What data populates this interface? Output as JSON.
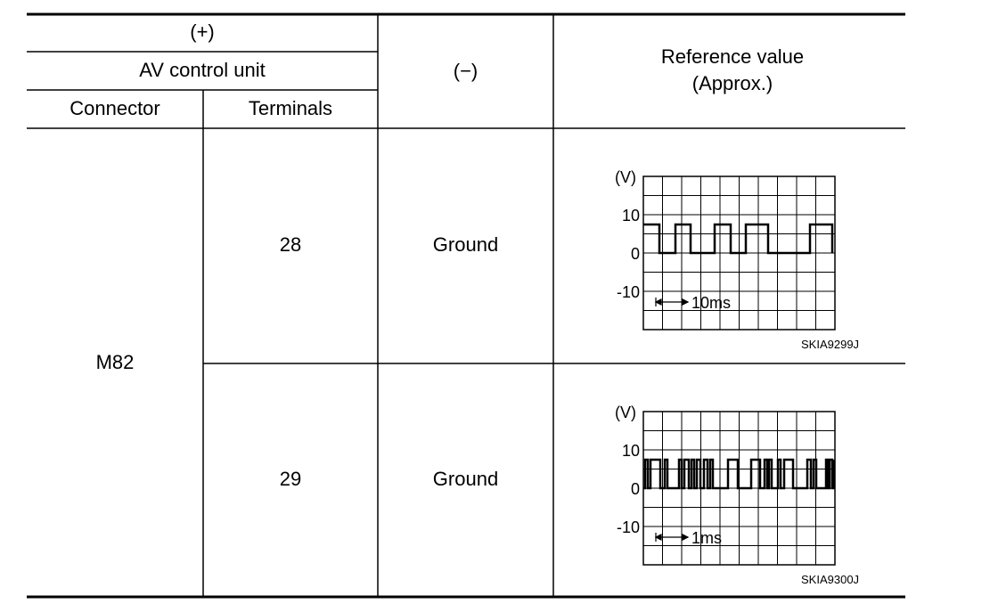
{
  "table": {
    "header": {
      "plus": "(+)",
      "unit": "AV control unit",
      "connector": "Connector",
      "terminals": "Terminals",
      "minus": "(−)",
      "reference_line1": "Reference value",
      "reference_line2": "(Approx.)"
    },
    "connector_value": "M82",
    "rows": [
      {
        "terminal": "28",
        "minus": "Ground",
        "waveform": {
          "unit_label": "(V)",
          "y_ticks": [
            "10",
            "0",
            "-10"
          ],
          "time_scale": "10ms",
          "code": "SKIA9299J"
        }
      },
      {
        "terminal": "29",
        "minus": "Ground",
        "waveform": {
          "unit_label": "(V)",
          "y_ticks": [
            "10",
            "0",
            "-10"
          ],
          "time_scale": "1ms",
          "code": "SKIA9300J"
        }
      }
    ]
  },
  "chart_data": [
    {
      "type": "line",
      "title": "",
      "ylabel": "(V)",
      "ylim": [
        -20,
        20
      ],
      "yticks": [
        10,
        0,
        -10
      ],
      "time_per_division": "10ms",
      "signal": "square wave",
      "high_level_v": 7.5,
      "low_level_v": 0,
      "caption": "SKIA9299J"
    },
    {
      "type": "line",
      "title": "",
      "ylabel": "(V)",
      "ylim": [
        -20,
        20
      ],
      "yticks": [
        10,
        0,
        -10
      ],
      "time_per_division": "1ms",
      "signal": "digital pulse train",
      "high_level_v": 7.5,
      "low_level_v": 0,
      "caption": "SKIA9300J"
    }
  ]
}
